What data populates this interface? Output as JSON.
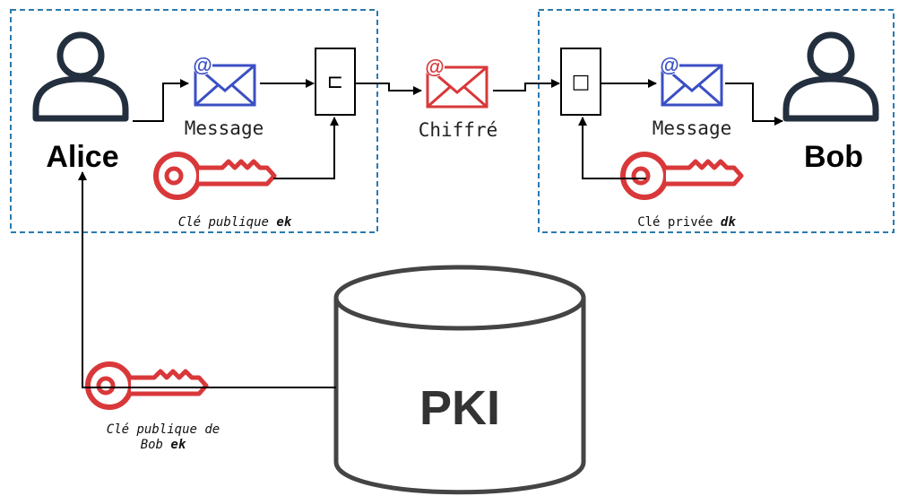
{
  "labels": {
    "alice": "Alice",
    "bob": "Bob",
    "message_left": "Message",
    "message_right": "Message",
    "chiffre": "Chiffré",
    "pki": "PKI",
    "enc_box_symbol": "⊏",
    "dec_box_symbol": "□"
  },
  "captions": {
    "alice_key_prefix": "Clé publique ",
    "alice_key_var": "ek",
    "bob_key_prefix": "Clé privée ",
    "bob_key_var": "dk",
    "pki_key_line1": "Clé publique de",
    "pki_key_line2_prefix": "Bob ",
    "pki_key_line2_var": "ek"
  },
  "colors": {
    "envelope_blue": "#3b4fc4",
    "envelope_red": "#d9383a",
    "key_red": "#d9383a",
    "dashed_border": "#2a7ab0",
    "person_stroke": "#232f3e",
    "database_stroke": "#444444"
  },
  "icons": [
    "person-icon",
    "envelope-icon",
    "key-icon",
    "database-icon"
  ]
}
